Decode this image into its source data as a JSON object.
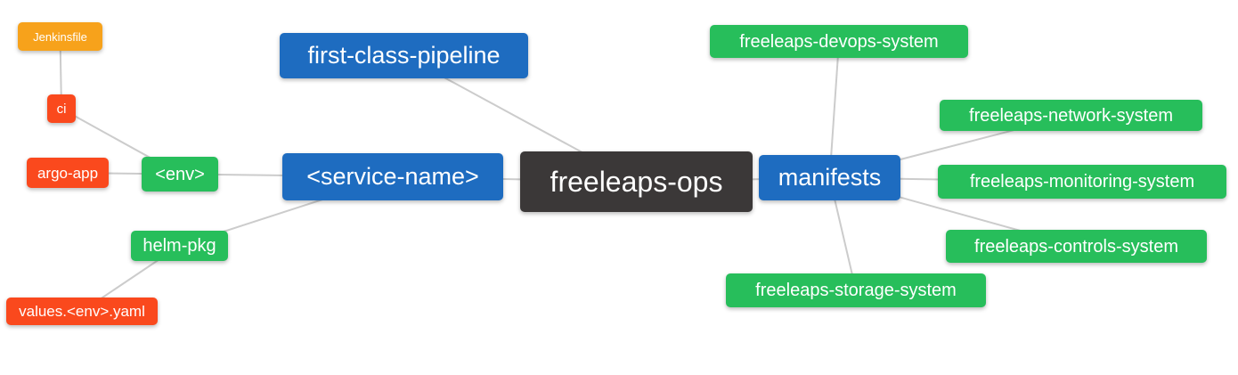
{
  "colors": {
    "background": "#ffffff",
    "edge": "#cccccc",
    "text": "#ffffff",
    "orange": "#f7a21b",
    "red": "#fa491d",
    "green": "#27be5b",
    "blue": "#1e6cc0",
    "dark": "#3b3838"
  },
  "nodes": {
    "jenkinsfile": {
      "label": "Jenkinsfile",
      "color": "#f7a21b"
    },
    "ci": {
      "label": "ci",
      "color": "#fa491d"
    },
    "argo-app": {
      "label": "argo-app",
      "color": "#fa491d"
    },
    "env": {
      "label": "<env>",
      "color": "#27be5b"
    },
    "helm-pkg": {
      "label": "helm-pkg",
      "color": "#27be5b"
    },
    "values-env-yaml": {
      "label": "values.<env>.yaml",
      "color": "#fa491d"
    },
    "first-class-pipeline": {
      "label": "first-class-pipeline",
      "color": "#1e6cc0"
    },
    "service-name": {
      "label": "<service-name>",
      "color": "#1e6cc0"
    },
    "freeleaps-ops": {
      "label": "freeleaps-ops",
      "color": "#3b3838"
    },
    "manifests": {
      "label": "manifests",
      "color": "#1e6cc0"
    },
    "freeleaps-devops-system": {
      "label": "freeleaps-devops-system",
      "color": "#27be5b"
    },
    "freeleaps-network-system": {
      "label": "freeleaps-network-system",
      "color": "#27be5b"
    },
    "freeleaps-monitoring-system": {
      "label": "freeleaps-monitoring-system",
      "color": "#27be5b"
    },
    "freeleaps-controls-system": {
      "label": "freeleaps-controls-system",
      "color": "#27be5b"
    },
    "freeleaps-storage-system": {
      "label": "freeleaps-storage-system",
      "color": "#27be5b"
    }
  },
  "edges": [
    [
      "jenkinsfile",
      "ci"
    ],
    [
      "ci",
      "env"
    ],
    [
      "argo-app",
      "env"
    ],
    [
      "env",
      "service-name"
    ],
    [
      "helm-pkg",
      "service-name"
    ],
    [
      "values-env-yaml",
      "helm-pkg"
    ],
    [
      "first-class-pipeline",
      "freeleaps-ops"
    ],
    [
      "service-name",
      "freeleaps-ops"
    ],
    [
      "freeleaps-ops",
      "manifests"
    ],
    [
      "manifests",
      "freeleaps-devops-system"
    ],
    [
      "manifests",
      "freeleaps-network-system"
    ],
    [
      "manifests",
      "freeleaps-monitoring-system"
    ],
    [
      "manifests",
      "freeleaps-controls-system"
    ],
    [
      "manifests",
      "freeleaps-storage-system"
    ]
  ]
}
